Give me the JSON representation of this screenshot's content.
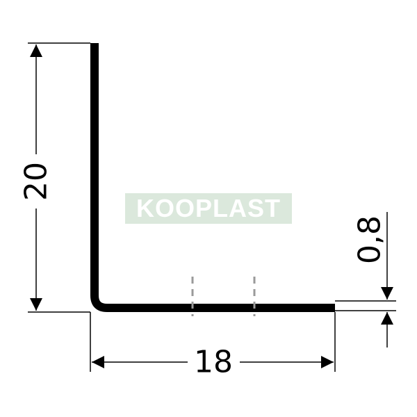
{
  "drawing": {
    "dimensions": {
      "height": "20",
      "width": "18",
      "thickness": "0,8"
    },
    "watermark": "KOOPLAST"
  },
  "colors": {
    "profile": "#000000",
    "dimension_lines": "#000000",
    "dash_marks": "#9a9a9a",
    "watermark_bg": "#dbe8dc",
    "watermark_text": "#ffffff"
  }
}
